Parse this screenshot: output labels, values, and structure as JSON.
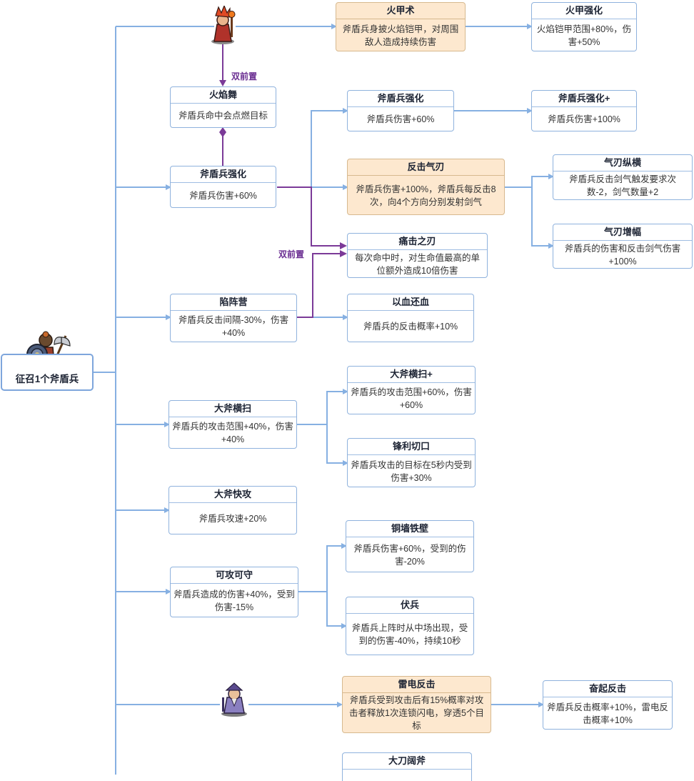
{
  "root": {
    "label": "征召1个斧盾兵",
    "avatar": "axe-shield-soldier-icon"
  },
  "prereq_labels": {
    "fire_dance": "双前置",
    "crit_blade": "双前置"
  },
  "heroes": {
    "fire_hero": "fire-mage-hero-icon",
    "thunder_hero": "thunder-sage-hero-icon"
  },
  "nodes": {
    "fire_armor": {
      "title": "火甲术",
      "desc": "斧盾兵身披火焰铠甲，对周围敌人造成持续伤害"
    },
    "fire_armor_plus": {
      "title": "火甲强化",
      "desc": "火焰铠甲范围+80%，伤害+50%"
    },
    "fire_dance": {
      "title": "火焰舞",
      "desc": "斧盾兵命中会点燃目标"
    },
    "shield_up": {
      "title": "斧盾兵强化",
      "desc": "斧盾兵伤害+60%"
    },
    "shield_up2": {
      "title": "斧盾兵强化",
      "desc": "斧盾兵伤害+60%"
    },
    "shield_up_plus": {
      "title": "斧盾兵强化+",
      "desc": "斧盾兵伤害+100%"
    },
    "counter_blade": {
      "title": "反击气刃",
      "desc": "斧盾兵伤害+100%，斧盾兵每反击8次，向4个方向分别发射剑气"
    },
    "blade_storm": {
      "title": "气刃纵横",
      "desc": "斧盾兵反击剑气触发要求次数-2，剑气数量+2"
    },
    "blade_amp": {
      "title": "气刃增幅",
      "desc": "斧盾兵的伤害和反击剑气伤害+100%"
    },
    "crit_blade": {
      "title": "痛击之刃",
      "desc": "每次命中时，对生命值最高的单位额外造成10倍伤害"
    },
    "trap_camp": {
      "title": "陷阵营",
      "desc": "斧盾兵反击间隔-30%，伤害+40%"
    },
    "blood_return": {
      "title": "以血还血",
      "desc": "斧盾兵的反击概率+10%"
    },
    "axe_sweep": {
      "title": "大斧横扫",
      "desc": "斧盾兵的攻击范围+40%，伤害+40%"
    },
    "axe_sweep_plus": {
      "title": "大斧横扫+",
      "desc": "斧盾兵的攻击范围+60%，伤害+60%"
    },
    "sharp_cut": {
      "title": "锋利切口",
      "desc": "斧盾兵攻击的目标在5秒内受到伤害+30%"
    },
    "axe_speed": {
      "title": "大斧快攻",
      "desc": "斧盾兵攻速+20%"
    },
    "atk_def": {
      "title": "可攻可守",
      "desc": "斧盾兵造成的伤害+40%，受到伤害-15%"
    },
    "iron_wall": {
      "title": "铜墙铁壁",
      "desc": "斧盾兵伤害+60%，受到的伤害-20%"
    },
    "ambush": {
      "title": "伏兵",
      "desc": "斧盾兵上阵时从中场出现，受到的伤害-40%，持续10秒"
    },
    "thunder_counter": {
      "title": "雷电反击",
      "desc": "斧盾兵受到攻击后有15%概率对攻击者释放1次连锁闪电，穿透5个目标"
    },
    "rise_counter": {
      "title": "奋起反击",
      "desc": "斧盾兵反击概率+10%，雷电反击概率+10%"
    },
    "big_blade_axe": {
      "title": "大刀阔斧",
      "desc": ""
    }
  },
  "colors": {
    "connector": "#86b0e2",
    "prereq": "#7b3a98",
    "node_border": "#8fb2dd",
    "highlight_fill": "#fde8cf"
  }
}
